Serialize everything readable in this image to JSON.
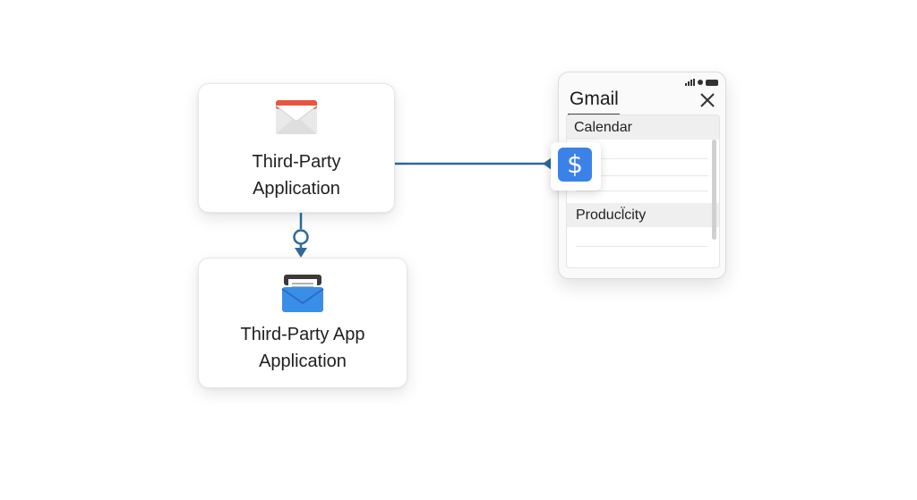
{
  "nodes": {
    "top": {
      "title_line1": "Third-Party",
      "title_line2": "Application",
      "icon": "envelope-icon"
    },
    "bottom": {
      "title_line1": "Third-Party App",
      "title_line2": "Application",
      "icon": "inbox-icon"
    }
  },
  "panel": {
    "title": "Gmail",
    "close_icon": "close-icon",
    "sections": [
      {
        "label": "Calendar"
      },
      {
        "label": "Producl̈city"
      }
    ]
  },
  "badge": {
    "icon": "dollar-icon",
    "symbol": "$"
  },
  "colors": {
    "connector": "#2f6a9a",
    "envelope_red": "#e8553f",
    "envelope_blue": "#3b8ee8",
    "badge_blue": "#3b82e8"
  }
}
